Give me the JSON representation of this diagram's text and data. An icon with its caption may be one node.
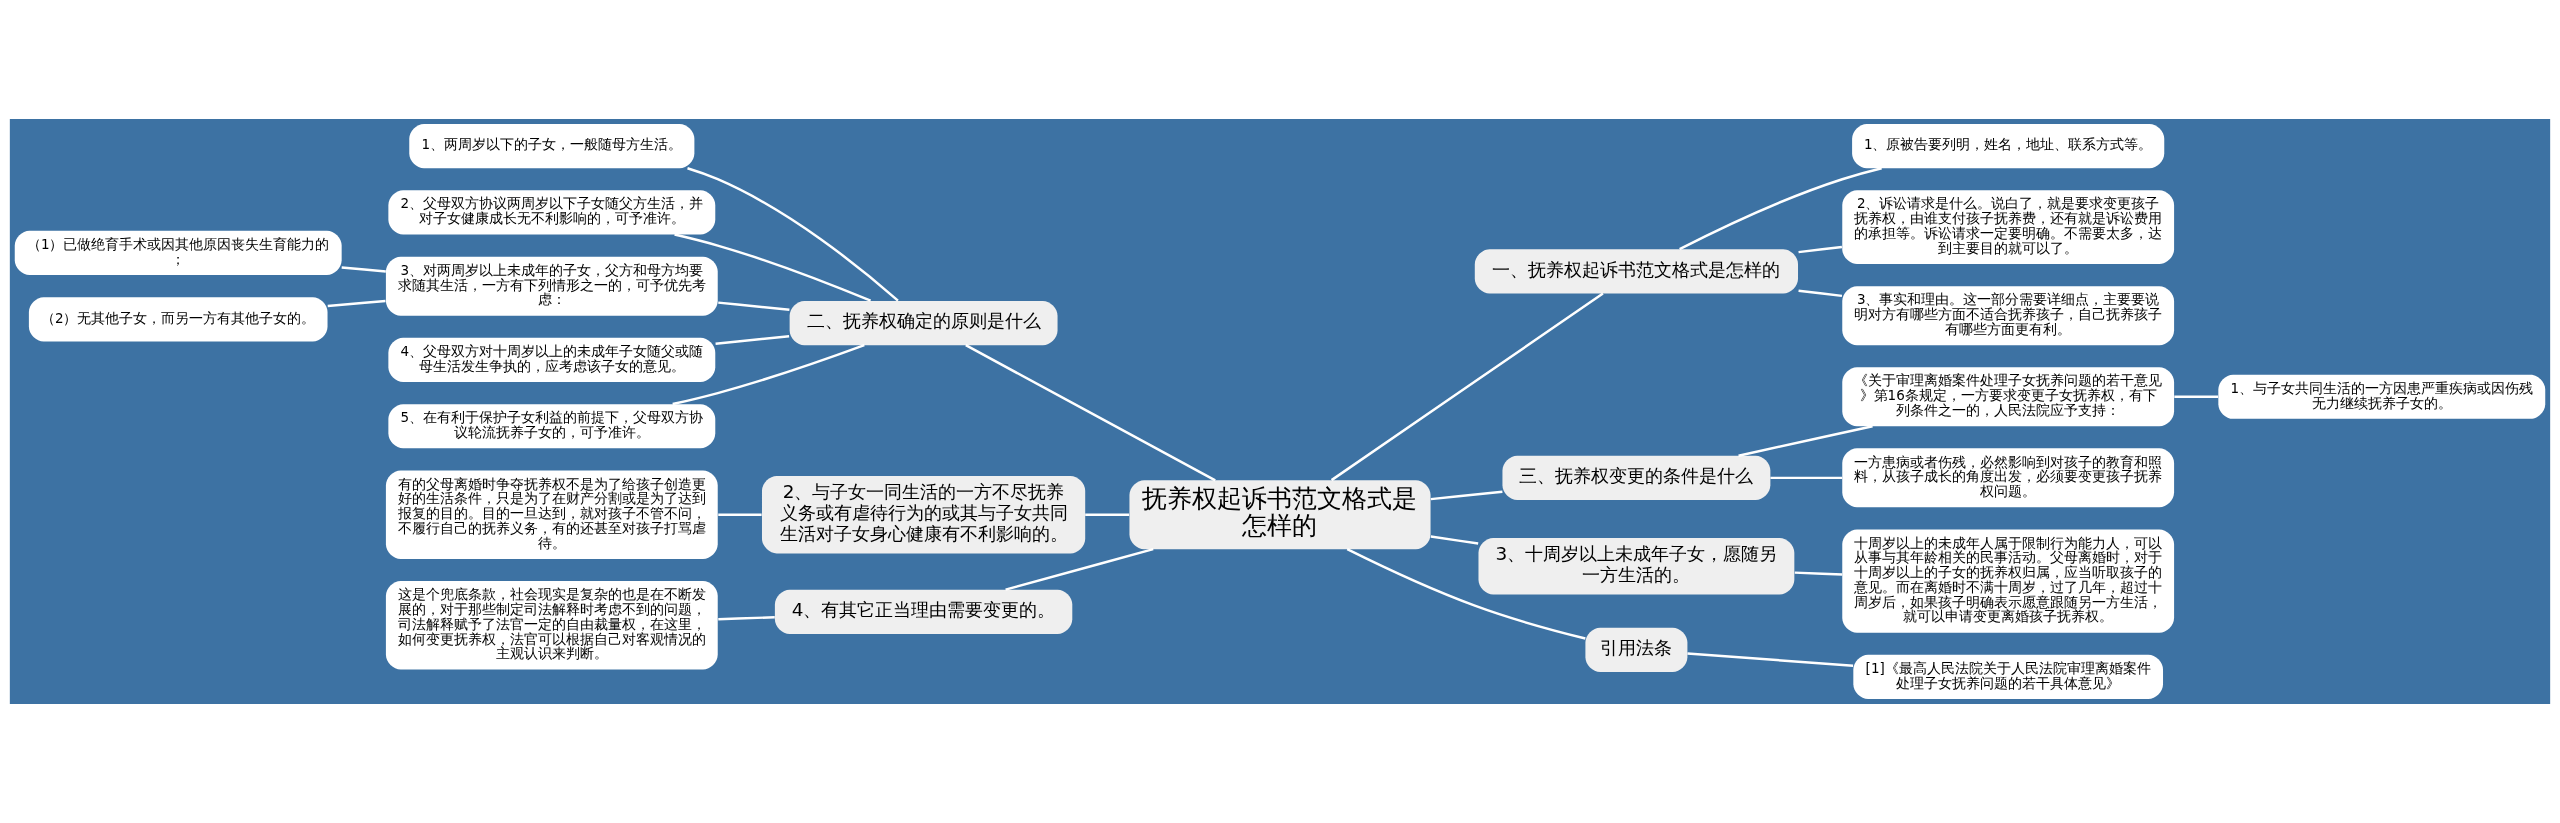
{
  "diagram": {
    "nodes": [
      {
        "text": [
          "抚养权起诉书范文格式是怎样的"
        ]
      },
      {
        "text": [
          "二、抚养权确定的原则是什么"
        ]
      },
      {
        "text": [
          "1、两周岁以下的子女，一般随母方生活。"
        ]
      },
      {
        "text": [
          "2、父母双方协议两周岁以下子女随父方生活，并对子女健康成长无不利影响的，可予准许。"
        ]
      },
      {
        "text": [
          "3、对两周岁以上未成年的子女，父方和母方均要求随其生活，一方有下列情形之一的，可予优先考虑："
        ]
      },
      {
        "text": [
          "（1）已做绝育手术或因其他原因丧失生育能力的；"
        ]
      },
      {
        "text": [
          "（2）无其他子女，而另一方有其他子女的。"
        ]
      },
      {
        "text": [
          "4、父母双方对十周岁以上的未成年子女随父或随母生活发生争执的，应考虑该子女的意见。"
        ]
      },
      {
        "text": [
          "5、在有利于保护子女利益的前提下，父母双方协议轮流抚养子女的，可予准许。"
        ]
      },
      {
        "text": [
          "2、与子女一同生活的一方不尽抚养义务或有虐待行为的或其与子女共同生活对子女身心健康有不利影响的。"
        ]
      },
      {
        "text": [
          "有的父母离婚时争夺抚养权不是为了给孩子创造更好的生活条件，只是为了在财产分割或是为了达到报复的目的。目的一旦达到，就对孩子不管不问，不履行自己的抚养义务，有的还甚至对孩子打骂虐待。"
        ]
      },
      {
        "text": [
          "4、有其它正当理由需要变更的。"
        ]
      },
      {
        "text": [
          "这是个兜底条款，社会现实是复杂的也是在不断发展的，对于那些制定司法解释时考虑不到的问题，司法解释赋予了法官一定的自由裁量权，在这里，如何变更抚养权，法官可以根据自己对客观情况的主观认识来判断。"
        ]
      },
      {
        "text": [
          "一、抚养权起诉书范文格式是怎样的"
        ]
      },
      {
        "text": [
          "1、原被告要列明，姓名，地址、联系方式等。"
        ]
      },
      {
        "text": [
          "2、诉讼请求是什么。说白了，就是要求变更孩子抚养权，由谁支付孩子抚养费，还有就是诉讼费用的承担等。诉讼请求一定要明确。不需要太多，达到主要目的就可以了。"
        ]
      },
      {
        "text": [
          "3、事实和理由。这一部分需要详细点，主要要说明对方有哪些方面不适合抚养孩子，自己抚养孩子有哪些方面更有利。"
        ]
      },
      {
        "text": [
          "三、抚养权变更的条件是什么"
        ]
      },
      {
        "text": [
          "《关于审理离婚案件处理子女抚养问题的若干意见》第16条规定，一方要求变更子女抚养权，有下列条件之一的，人民法院应予支持："
        ]
      },
      {
        "text": [
          "1、与子女共同生活的一方因患严重疾病或因伤残无力继续抚养子女的。"
        ]
      },
      {
        "text": [
          "一方患病或者伤残，必然影响到对孩子的教育和照料，从孩子成长的角度出发，必须要变更孩子抚养权问题。"
        ]
      },
      {
        "text": [
          "3、十周岁以上未成年子女，愿随另一方生活的。"
        ]
      },
      {
        "text": [
          "十周岁以上的未成年人属于限制行为能力人，可以从事与其年龄相关的民事活动。父母离婚时，对于十周岁以上的子女的抚养权归属，应当听取孩子的意见。而在离婚时不满十周岁，过了几年，超过十周岁后，如果孩子明确表示愿意跟随另一方生活，就可以申请变更离婚孩子抚养权。"
        ]
      },
      {
        "text": [
          "引用法条"
        ]
      },
      {
        "text": [
          "[1]《最高人民法院关于人民法院审理离婚案件处理子女抚养问题的若干具体意见》"
        ]
      }
    ],
    "edges": [
      {
        "from": 0,
        "to": 1,
        "arrow": "none"
      },
      {
        "from": 1,
        "to": 2,
        "arrow": "none"
      },
      {
        "from": 1,
        "to": 3,
        "arrow": "none"
      },
      {
        "from": 1,
        "to": 4,
        "arrow": "none"
      },
      {
        "from": 4,
        "to": 5,
        "arrow": "none"
      },
      {
        "from": 4,
        "to": 6,
        "arrow": "none"
      },
      {
        "from": 1,
        "to": 7,
        "arrow": "none"
      },
      {
        "from": 1,
        "to": 8,
        "arrow": "none"
      },
      {
        "from": 0,
        "to": 9,
        "arrow": "none"
      },
      {
        "from": 9,
        "to": 10,
        "arrow": "none"
      },
      {
        "from": 0,
        "to": 11,
        "arrow": "none"
      },
      {
        "from": 11,
        "to": 12,
        "arrow": "none"
      },
      {
        "from": 0,
        "to": 13,
        "arrow": "none"
      },
      {
        "from": 13,
        "to": 14,
        "arrow": "none"
      },
      {
        "from": 13,
        "to": 15,
        "arrow": "none"
      },
      {
        "from": 13,
        "to": 16,
        "arrow": "none"
      },
      {
        "from": 0,
        "to": 17,
        "arrow": "none"
      },
      {
        "from": 17,
        "to": 18,
        "arrow": "none"
      },
      {
        "from": 18,
        "to": 19,
        "arrow": "none"
      },
      {
        "from": 17,
        "to": 20,
        "arrow": "none"
      },
      {
        "from": 0,
        "to": 21,
        "arrow": "none"
      },
      {
        "from": 21,
        "to": 22,
        "arrow": "none"
      },
      {
        "from": 0,
        "to": 23,
        "arrow": "none"
      },
      {
        "from": 23,
        "to": 24,
        "arrow": "none"
      }
    ]
  }
}
